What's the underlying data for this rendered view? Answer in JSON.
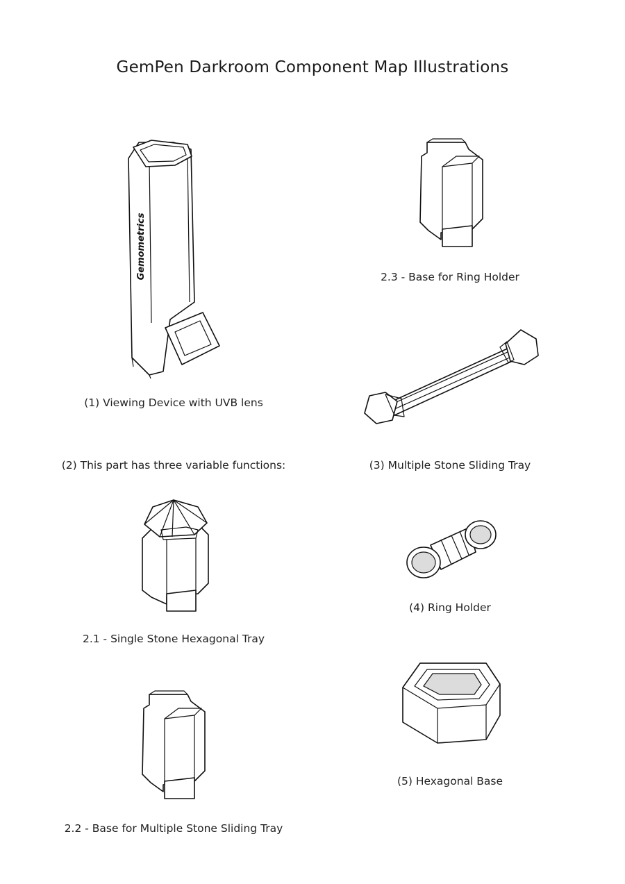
{
  "title": "GemPen Darkroom Component Map Illustrations",
  "illustrations": {
    "viewing_device": {
      "caption": "(1) Viewing Device with UVB lens",
      "brand_text": "Gemometrics"
    },
    "part_two_intro": "(2) This part has three variable functions:",
    "single_stone_tray": {
      "caption": "2.1 - Single Stone Hexagonal Tray"
    },
    "base_sliding_tray": {
      "caption": "2.2 - Base for Multiple Stone Sliding Tray"
    },
    "base_ring_holder": {
      "caption": "2.3 - Base for Ring Holder"
    },
    "sliding_tray": {
      "caption": "(3) Multiple Stone Sliding Tray"
    },
    "ring_holder": {
      "caption": "(4) Ring Holder"
    },
    "hexagonal_base": {
      "caption": "(5) Hexagonal Base"
    }
  }
}
